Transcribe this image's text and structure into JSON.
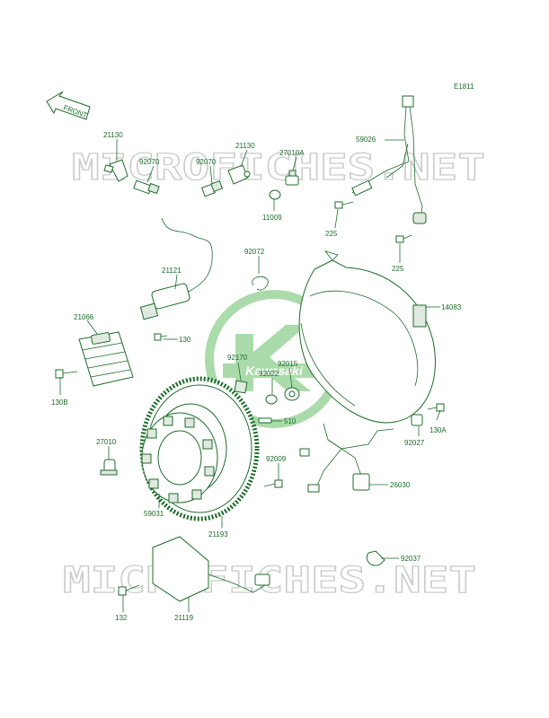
{
  "diagram_code": "E1811",
  "front_label": "FRONT",
  "watermark_text": "MICROFICHES.NET",
  "logo_text": "Kawasaki",
  "colors": {
    "line": "#1d6b2a",
    "watermark": "#c9cdc9",
    "logo": "#8fd08f"
  },
  "parts": [
    {
      "id": "p21130a",
      "number": "21130"
    },
    {
      "id": "p92070a",
      "number": "92070"
    },
    {
      "id": "p92070b",
      "number": "92070"
    },
    {
      "id": "p21130b",
      "number": "21130"
    },
    {
      "id": "p27010A",
      "number": "27010A"
    },
    {
      "id": "p59026",
      "number": "59026"
    },
    {
      "id": "p11009",
      "number": "11009"
    },
    {
      "id": "p225a",
      "number": "225"
    },
    {
      "id": "p225b",
      "number": "225"
    },
    {
      "id": "p92072",
      "number": "92072"
    },
    {
      "id": "p21121",
      "number": "21121"
    },
    {
      "id": "p14083",
      "number": "14083"
    },
    {
      "id": "p21066",
      "number": "21066"
    },
    {
      "id": "p130",
      "number": "130"
    },
    {
      "id": "p92170",
      "number": "92170"
    },
    {
      "id": "p92015",
      "number": "92015"
    },
    {
      "id": "p92022",
      "number": "92022"
    },
    {
      "id": "p130B",
      "number": "130B"
    },
    {
      "id": "p510",
      "number": "510"
    },
    {
      "id": "p130A",
      "number": "130A"
    },
    {
      "id": "p92027",
      "number": "92027"
    },
    {
      "id": "p27010",
      "number": "27010"
    },
    {
      "id": "p92009",
      "number": "92009"
    },
    {
      "id": "p26030",
      "number": "26030"
    },
    {
      "id": "p59031",
      "number": "59031"
    },
    {
      "id": "p21193",
      "number": "21193"
    },
    {
      "id": "p92037",
      "number": "92037"
    },
    {
      "id": "p132",
      "number": "132"
    },
    {
      "id": "p21119",
      "number": "21119"
    }
  ]
}
